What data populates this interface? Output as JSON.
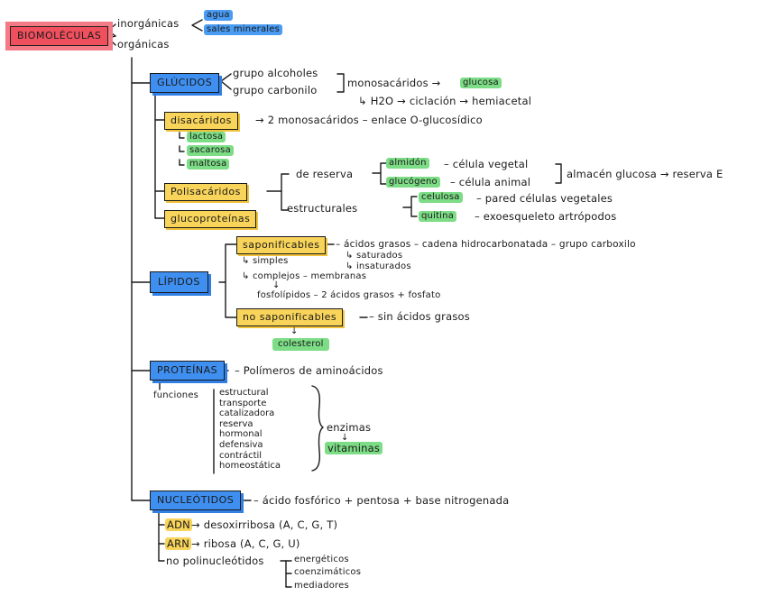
{
  "root": {
    "label": "BIOMOLÉCULAS",
    "color": "#f0505e"
  },
  "top_split": {
    "inorganicas": "inorgánicas",
    "inorganicas_items": [
      "agua",
      "sales minerales"
    ],
    "organicas": "orgánicas"
  },
  "glucidos": {
    "label": "GLÚCIDOS",
    "groups": [
      "grupo alcoholes",
      "grupo carbonilo"
    ],
    "monosacaridos": "monosacáridos →",
    "glucosa": "glucosa",
    "cyclization": "↳ H2O → ciclación → hemiacetal",
    "disacaridos": {
      "label": "disacáridos",
      "desc": "→ 2 monosacáridos – enlace O-glucosídico",
      "items": [
        "lactosa",
        "sacarosa",
        "maltosa"
      ]
    },
    "polisacaridos": {
      "label": "Polisacáridos",
      "reserva": "de reserva",
      "reserva_items": [
        {
          "name": "almidón",
          "desc": "– célula vegetal"
        },
        {
          "name": "glucógeno",
          "desc": "– célula animal"
        }
      ],
      "reserva_note": "almacén glucosa → reserva E",
      "estructurales": "estructurales",
      "estructurales_items": [
        {
          "name": "celulosa",
          "desc": "– pared células vegetales"
        },
        {
          "name": "quitina",
          "desc": "– exoesqueleto artrópodos"
        }
      ]
    },
    "glucoproteinas": {
      "label": "glucoproteínas"
    }
  },
  "lipidos": {
    "label": "LÍPIDOS",
    "saponificables": {
      "label": "saponificables",
      "desc": "– ácidos grasos – cadena hidrocarbonatada – grupo carboxilo",
      "acid_types": [
        "↳ saturados",
        "↳ insaturados"
      ],
      "simples": "↳ simples",
      "complejos": "↳ complejos – membranas",
      "arrow": "↓",
      "fosfolipidos": "fosfolípidos – 2 ácidos grasos + fosfato"
    },
    "no_saponificables": {
      "label": "no saponificables",
      "desc": "– sin ácidos grasos",
      "arrow": "↓",
      "example": "colesterol"
    }
  },
  "proteinas": {
    "label": "PROTEÍNAS",
    "desc": "– Polímeros de aminoácidos",
    "funciones_label": "funciones",
    "funciones": [
      "estructural",
      "transporte",
      "catalizadora",
      "reserva",
      "hormonal",
      "defensiva",
      "contráctil",
      "homeostática"
    ],
    "enzimas": "enzimas",
    "arrow": "↓",
    "vitaminas": "vitaminas"
  },
  "nucleotidos": {
    "label": "NUCLEÓTIDOS",
    "desc": "– ácido fosfórico + pentosa + base nitrogenada",
    "adn": {
      "label": "ADN",
      "desc": "→ desoxirribosa  (A, C, G, T)"
    },
    "arn": {
      "label": "ARN",
      "desc": "→ ribosa (A, C, G, U)"
    },
    "no_poli": "no polinucleótidos",
    "no_poli_items": [
      "energéticos",
      "coenzimáticos",
      "mediadores"
    ]
  },
  "colors": {
    "blue": "#3f8ff0",
    "yellow": "#f8d45a",
    "green": "#7ddc86",
    "red": "#f0505e"
  }
}
